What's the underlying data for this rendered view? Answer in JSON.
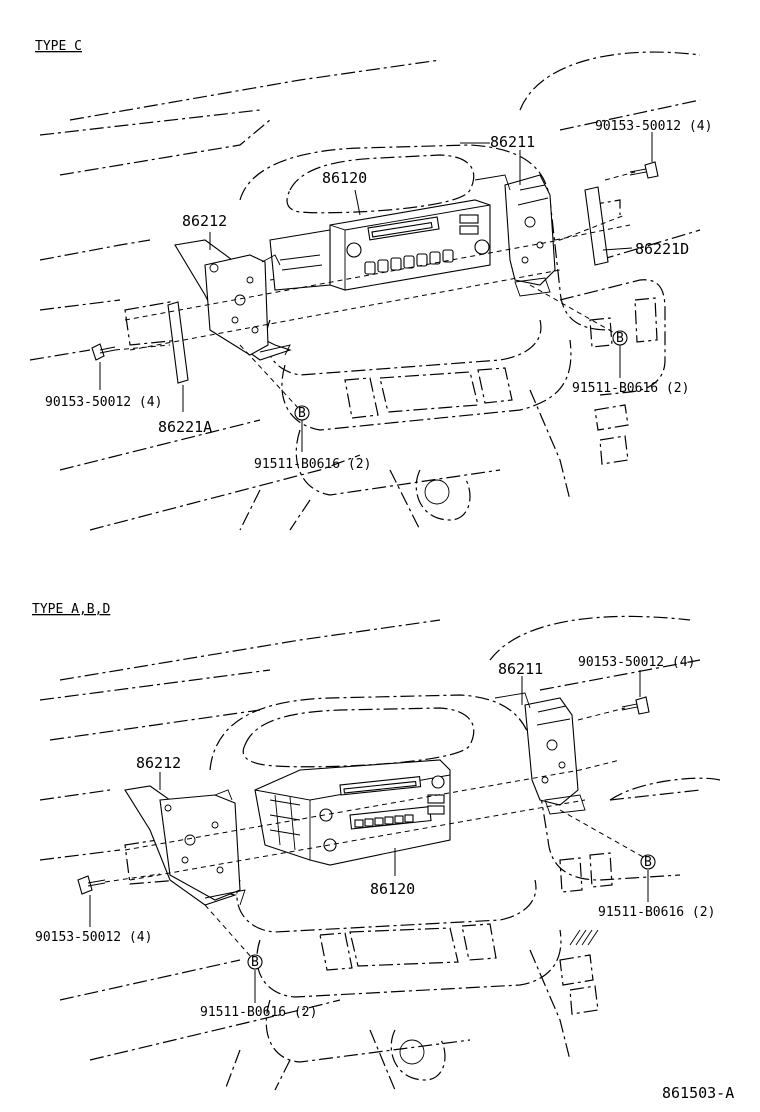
{
  "sections": [
    {
      "header": "TYPE C",
      "labels": {
        "p86211": "86211",
        "p86120": "86120",
        "p86212": "86212",
        "p86221D": "86221D",
        "p86221A": "86221A",
        "bolt_right": "90153-50012 (4)",
        "bolt_left": "90153-50012 (4)",
        "screw_right": "91511-B0616 (2)",
        "screw_left": "91511-B0616 (2)"
      },
      "marker": "B"
    },
    {
      "header": "TYPE A,B,D",
      "labels": {
        "p86211": "86211",
        "p86212": "86212",
        "p86120": "86120",
        "bolt_right": "90153-50012 (4)",
        "bolt_left": "90153-50012 (4)",
        "screw_right": "91511-B0616 (2)",
        "screw_left": "91511-B0616 (2)"
      },
      "marker": "B"
    }
  ],
  "footer_code": "861503-A"
}
